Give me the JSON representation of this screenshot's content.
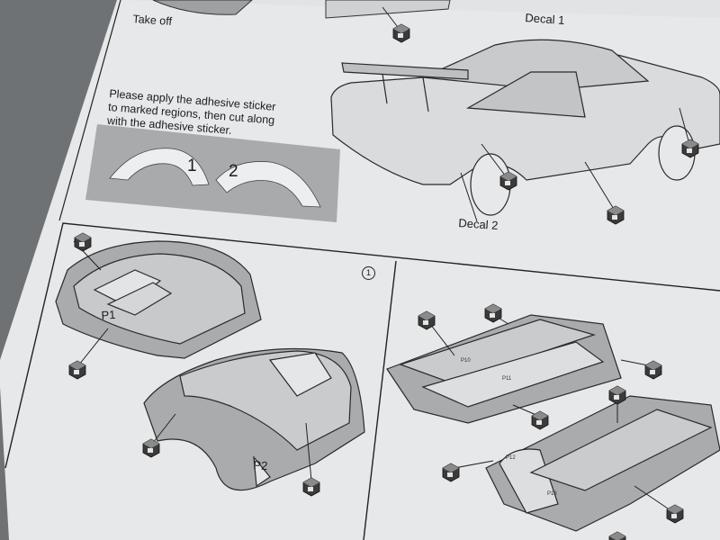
{
  "instructions": {
    "take_off": "Take off",
    "decal_1": "Decal  1",
    "decal_2": "Decal  2",
    "adhesive_note": "Please apply the adhesive sticker\nto marked regions, then cut along\nwith the adhesive sticker."
  },
  "sticker_samples": [
    {
      "number": "1"
    },
    {
      "number": "2"
    }
  ],
  "step_number": "1",
  "parts": {
    "p1": "P1",
    "p2": "P2",
    "p10": "P10",
    "p11": "P11",
    "p12": "P12",
    "p13": "P13"
  },
  "colors": {
    "paper": "#e9ebec",
    "background": "#6f7275",
    "gray_region": "#a8aaab",
    "part_fill": "#bcbebf",
    "line": "#2a2a2a"
  },
  "icons": [
    "tape-cube-icon",
    "tape-cube-icon",
    "tape-cube-icon"
  ]
}
